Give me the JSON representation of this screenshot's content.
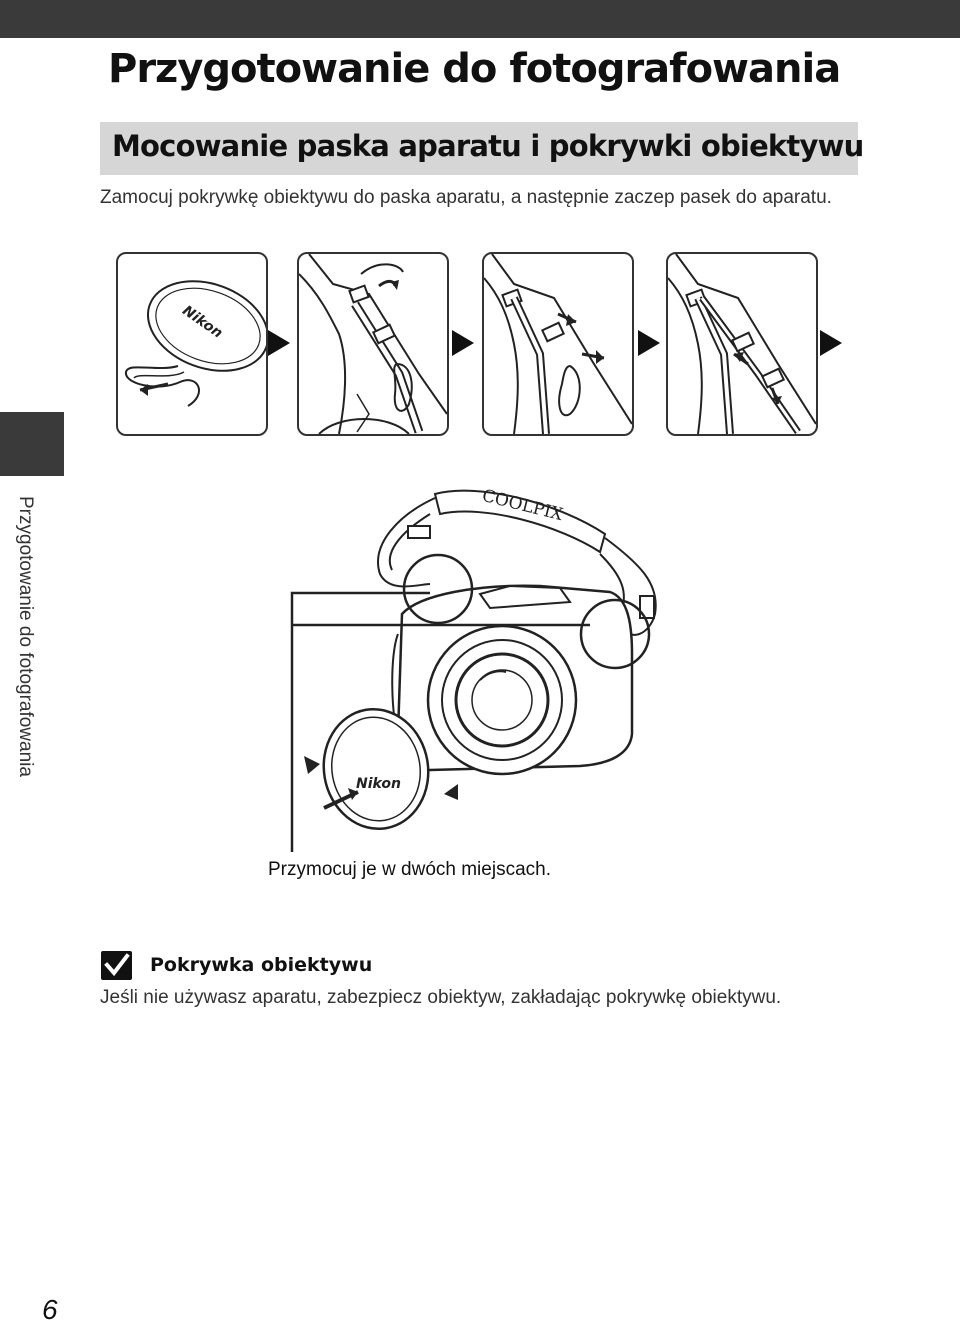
{
  "page": {
    "title": "Przygotowanie do fotografowania",
    "side_tab_label": "Przygotowanie do fotografowania",
    "page_number": "6"
  },
  "section": {
    "title": "Mocowanie paska aparatu i pokrywki obiektywu",
    "intro": "Zamocuj pokrywkę obiektywu do paska aparatu, a następnie zaczep pasek do aparatu."
  },
  "illustrations": {
    "brand_text": "Nikon",
    "strap_text": "COOLPIX",
    "caption": "Przymocuj je w dwóch miejscach."
  },
  "note": {
    "icon": "checkmark-icon",
    "title": "Pokrywka obiektywu",
    "text": "Jeśli nie używasz aparatu, zabezpiecz obiektyw, zakładając pokrywkę obiektywu."
  },
  "colors": {
    "header_bar": "#3a3a3a",
    "section_bar": "#d6d6d6"
  }
}
